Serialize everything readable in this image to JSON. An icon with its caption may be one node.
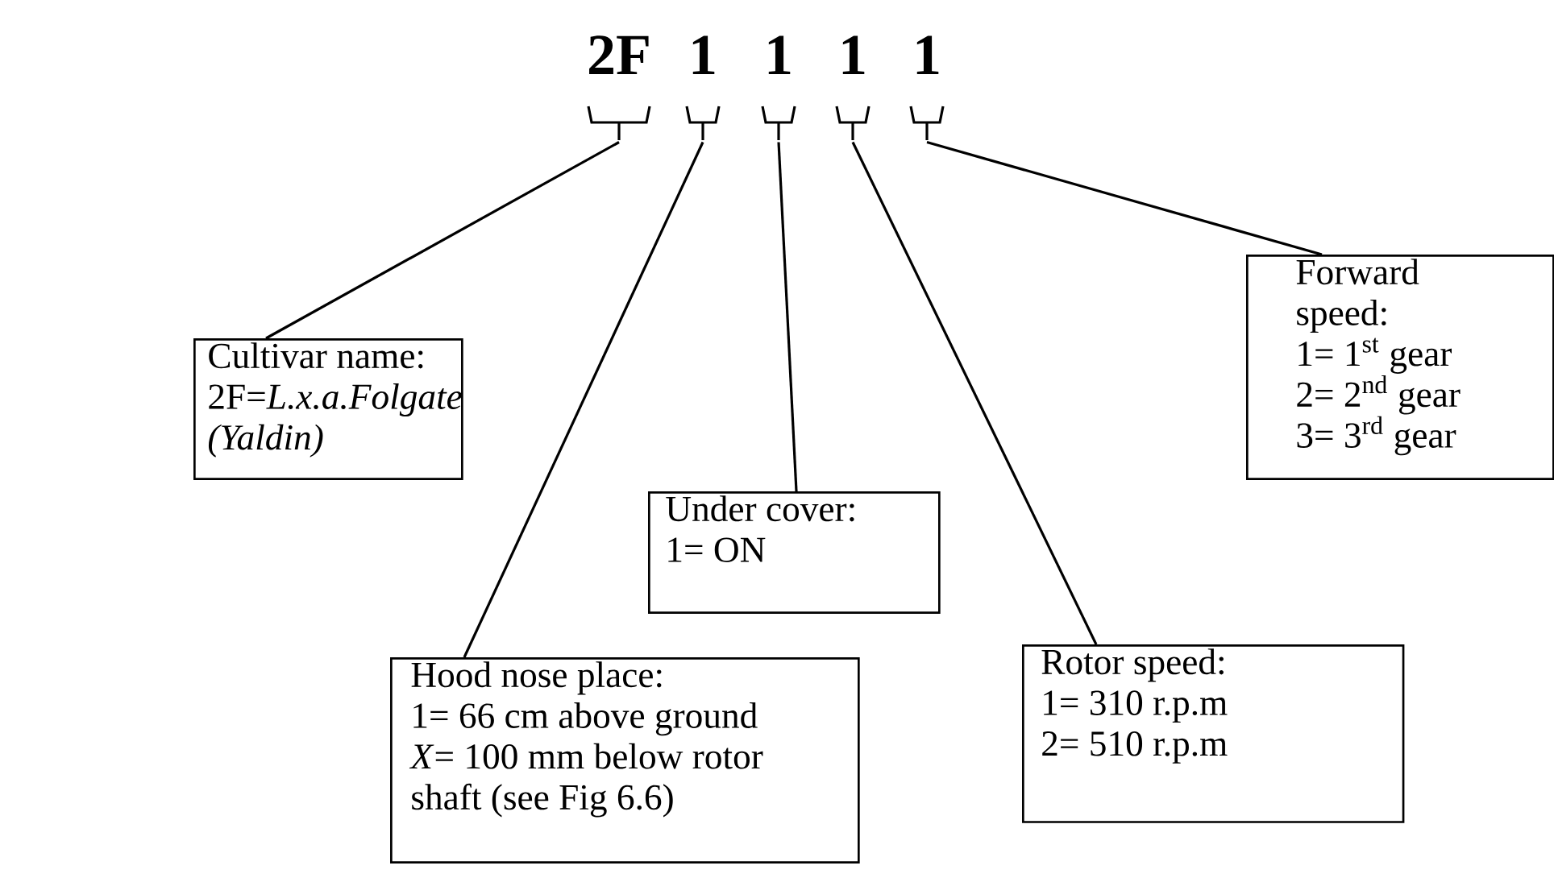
{
  "diagram": {
    "nodes": [
      {
        "text": [
          "2F"
        ]
      },
      {
        "text": [
          "1"
        ]
      },
      {
        "text": [
          "1"
        ]
      },
      {
        "text": [
          "1"
        ]
      },
      {
        "text": [
          "1"
        ]
      },
      {
        "text": [
          "Cultivar name:",
          "2F=*L.x.a.Folgate (Yaldin)*"
        ]
      },
      {
        "text": [
          "Hood nose place:",
          "1= 66 cm above ground",
          "*X*= 100 mm below rotor shaft (see Fig 6.6)"
        ]
      },
      {
        "text": [
          "Under cover:",
          "1= ON"
        ]
      },
      {
        "text": [
          "Rotor speed:",
          "1= 310 r.p.m",
          "2= 510 r.p.m"
        ]
      },
      {
        "text": [
          "Forward speed:",
          "1= 1$^{st}$ gear",
          "2= 2$^{nd}$ gear",
          "3= 3$^{rd}$ gear"
        ]
      }
    ],
    "edges": [
      {
        "from": 5,
        "to": 0,
        "arrow": "none"
      },
      {
        "from": 6,
        "to": 1,
        "arrow": "none"
      },
      {
        "from": 7,
        "to": 2,
        "arrow": "none"
      },
      {
        "from": 8,
        "to": 3,
        "arrow": "none"
      },
      {
        "from": 9,
        "to": 4,
        "arrow": "none"
      }
    ]
  }
}
